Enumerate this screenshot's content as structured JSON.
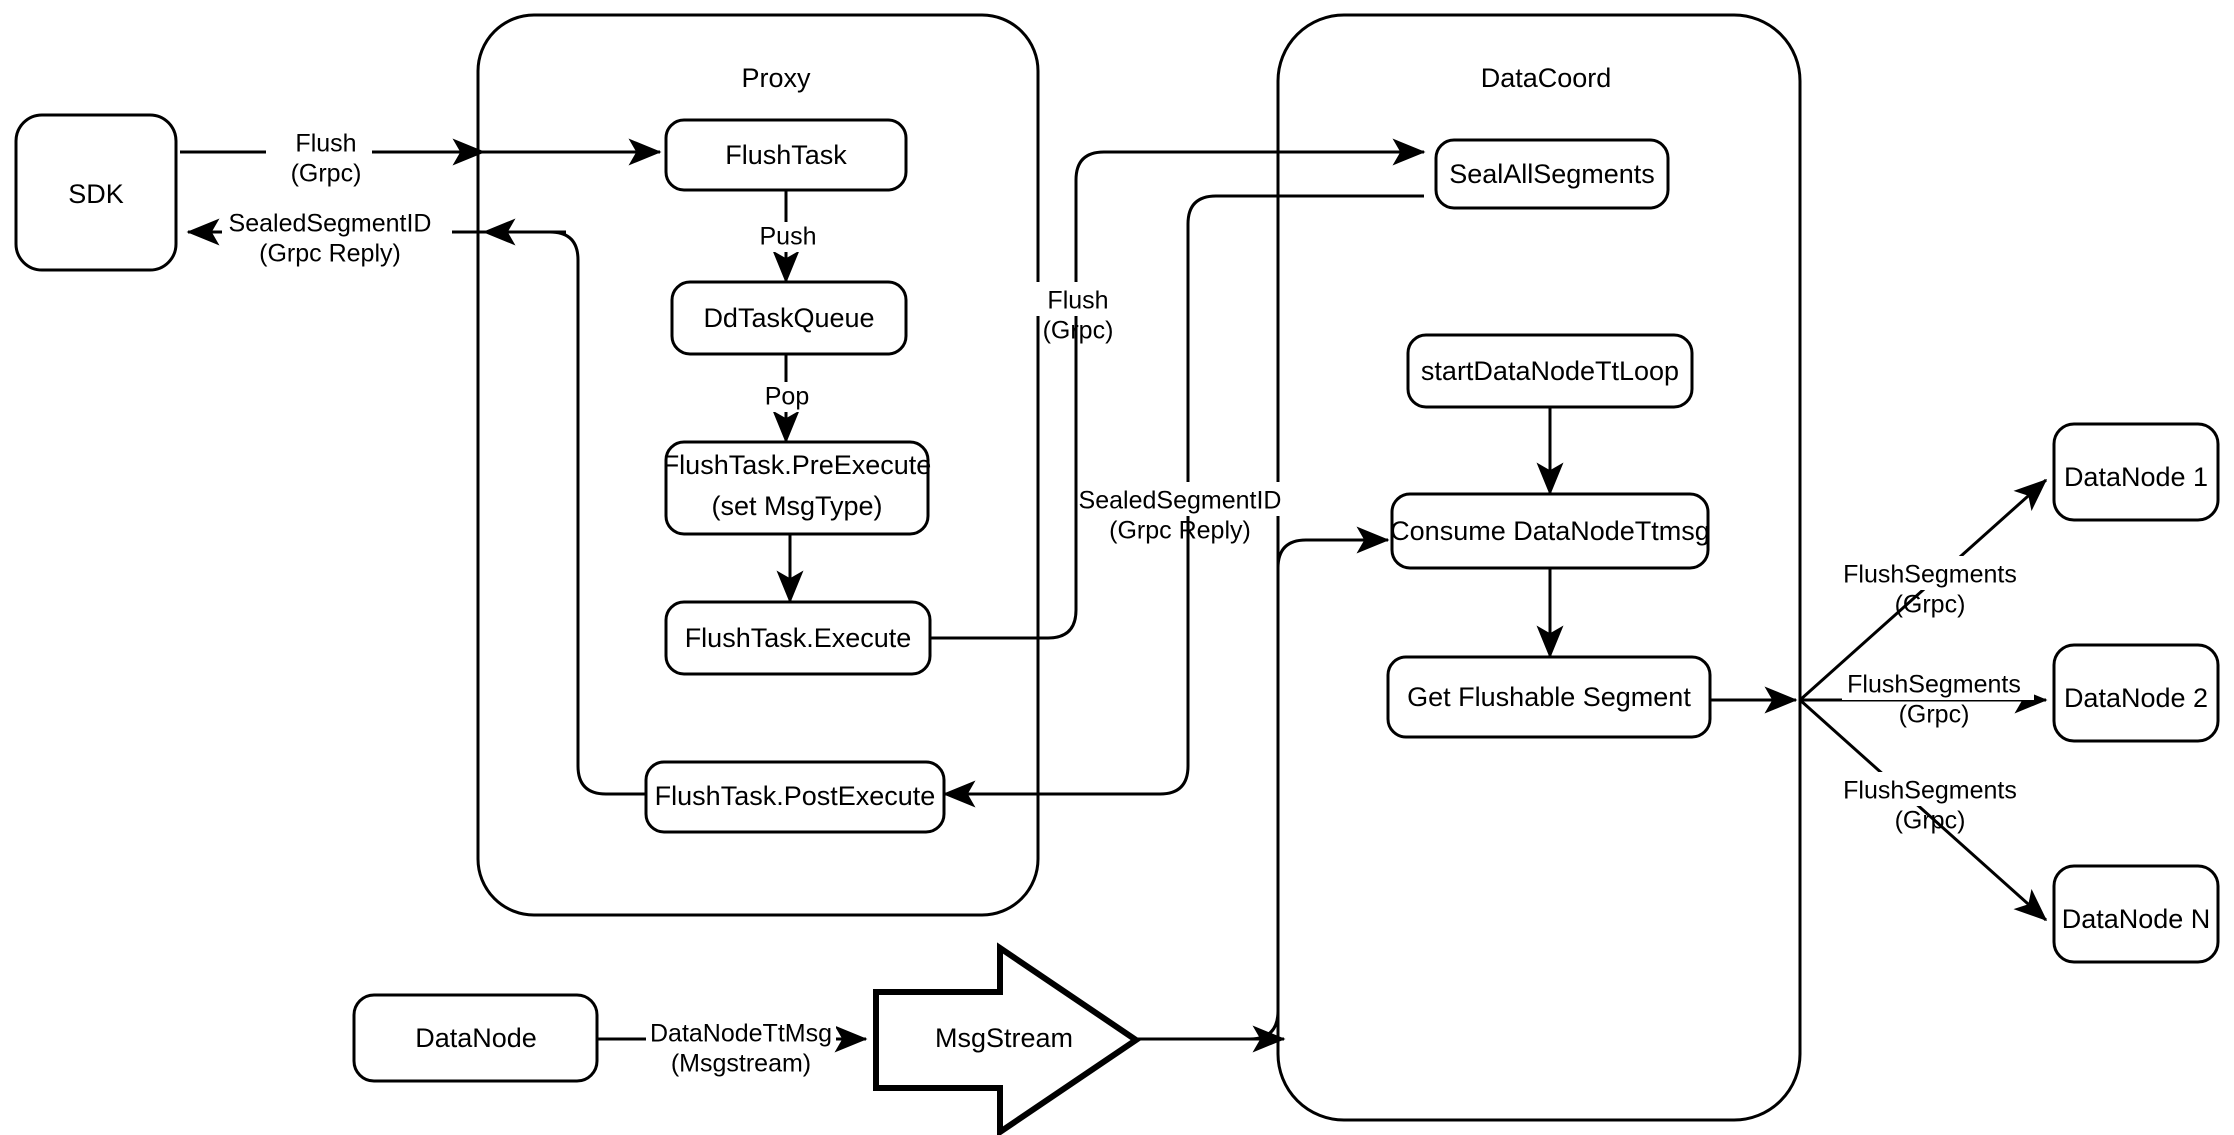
{
  "diagram": {
    "title": "Milvus Flush Sequence",
    "background_color": "#ffffff",
    "stroke_color": "#000000"
  },
  "containers": {
    "proxy": {
      "label": "Proxy"
    },
    "datacoord": {
      "label": "DataCoord"
    }
  },
  "nodes": {
    "sdk": {
      "label": "SDK"
    },
    "flush_task": {
      "label": "FlushTask"
    },
    "dd_task_queue": {
      "label": "DdTaskQueue"
    },
    "flush_task_preexecute_line1": {
      "label": "FlushTask.PreExecute"
    },
    "flush_task_preexecute_line2": {
      "label": "(set MsgType)"
    },
    "flush_task_execute": {
      "label": "FlushTask.Execute"
    },
    "flush_task_postexecute": {
      "label": "FlushTask.PostExecute"
    },
    "seal_all_segments": {
      "label": "SealAllSegments"
    },
    "start_datanode_tt_loop": {
      "label": "startDataNodeTtLoop"
    },
    "consume_datanode_ttmsg": {
      "label": "Consume DataNodeTtmsg"
    },
    "get_flushable_segment": {
      "label": "Get Flushable Segment"
    },
    "datanode_1": {
      "label": "DataNode 1"
    },
    "datanode_2": {
      "label": "DataNode 2"
    },
    "datanode_n": {
      "label": "DataNode N"
    },
    "datanode_bottom": {
      "label": "DataNode"
    },
    "msgstream": {
      "label": "MsgStream"
    }
  },
  "edges": {
    "sdk_to_proxy_line1": {
      "label": "Flush"
    },
    "sdk_to_proxy_line2": {
      "label": "(Grpc)"
    },
    "proxy_to_sdk_line1": {
      "label": "SealedSegmentID"
    },
    "proxy_to_sdk_line2": {
      "label": "(Grpc Reply)"
    },
    "flushtask_to_queue": {
      "label": "Push"
    },
    "queue_to_preexecute": {
      "label": "Pop"
    },
    "proxy_to_datacoord_line1": {
      "label": "Flush"
    },
    "proxy_to_datacoord_line2": {
      "label": "(Grpc)"
    },
    "datacoord_to_proxy_line1": {
      "label": "SealedSegmentID"
    },
    "datacoord_to_proxy_line2": {
      "label": "(Grpc Reply)"
    },
    "datanode_to_msgstream_line1": {
      "label": "DataNodeTtMsg"
    },
    "datanode_to_msgstream_line2": {
      "label": "(Msgstream)"
    },
    "flush_segments_1_line1": {
      "label": "FlushSegments"
    },
    "flush_segments_1_line2": {
      "label": "(Grpc)"
    },
    "flush_segments_2_line1": {
      "label": "FlushSegments"
    },
    "flush_segments_2_line2": {
      "label": "(Grpc)"
    },
    "flush_segments_n_line1": {
      "label": "FlushSegments"
    },
    "flush_segments_n_line2": {
      "label": "(Grpc)"
    }
  }
}
